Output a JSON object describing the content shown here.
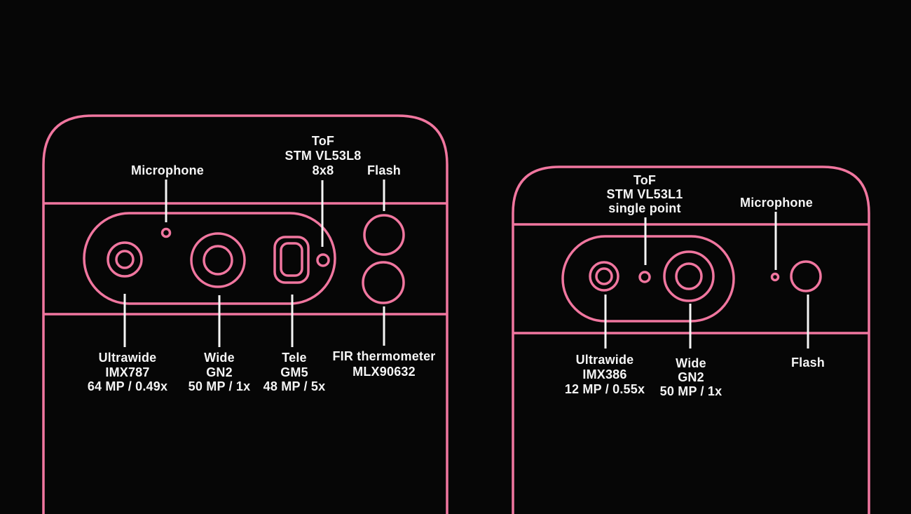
{
  "colors": {
    "background": "#060606",
    "outline_pink": "#f0769f",
    "label_white": "#f5f5f5"
  },
  "left_phone": {
    "microphone_label": "Microphone",
    "tof_label": [
      "ToF",
      "STM VL53L8",
      "8x8"
    ],
    "flash_label": "Flash",
    "ultrawide_label": [
      "Ultrawide",
      "IMX787",
      "64 MP / 0.49x"
    ],
    "wide_label": [
      "Wide",
      "GN2",
      "50 MP / 1x"
    ],
    "tele_label": [
      "Tele",
      "GM5",
      "48 MP / 5x"
    ],
    "fir_label": [
      "FIR thermometer",
      "MLX90632"
    ]
  },
  "right_phone": {
    "tof_label": [
      "ToF",
      "STM VL53L1",
      "single point"
    ],
    "microphone_label": "Microphone",
    "ultrawide_label": [
      "Ultrawide",
      "IMX386",
      "12 MP / 0.55x"
    ],
    "wide_label": [
      "Wide",
      "GN2",
      "50 MP / 1x"
    ],
    "flash_label": "Flash"
  }
}
